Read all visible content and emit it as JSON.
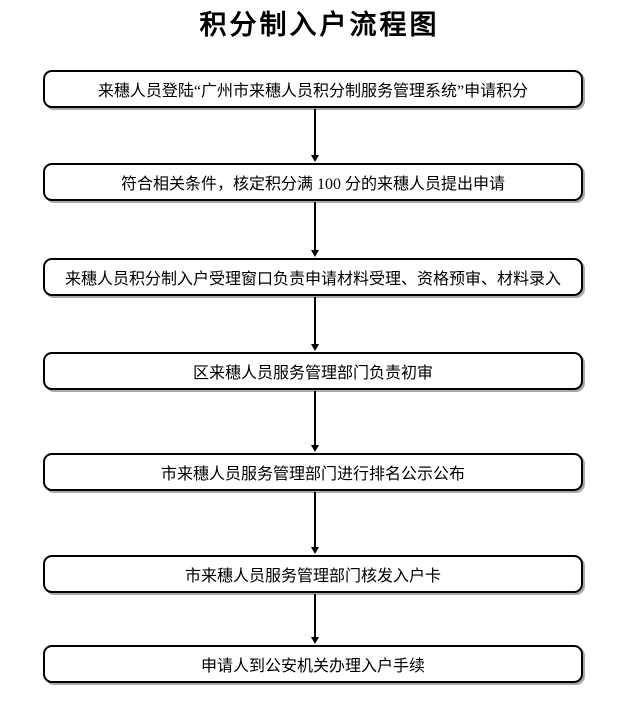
{
  "title": "积分制入户流程图",
  "flowchart": {
    "direction": "top-down",
    "steps": [
      {
        "label": "来穗人员登陆“广州市来穗人员积分制服务管理系统”申请积分"
      },
      {
        "label": "符合相关条件，核定积分满 100 分的来穗人员提出申请"
      },
      {
        "label": "来穗人员积分制入户受理窗口负责申请材料受理、资格预审、材料录入"
      },
      {
        "label": "区来穗人员服务管理部门负责初审"
      },
      {
        "label": "市来穗人员服务管理部门进行排名公示公布"
      },
      {
        "label": "市来穗人员服务管理部门核发入户卡"
      },
      {
        "label": "申请人到公安机关办理入户手续"
      }
    ],
    "connector_count": 6,
    "colors": {
      "box_border": "#000000",
      "box_background": "#ffffff",
      "box_shadow": "#a9a9a9",
      "text": "#000000",
      "arrow": "#000000",
      "page_background": "#ffffff"
    }
  }
}
